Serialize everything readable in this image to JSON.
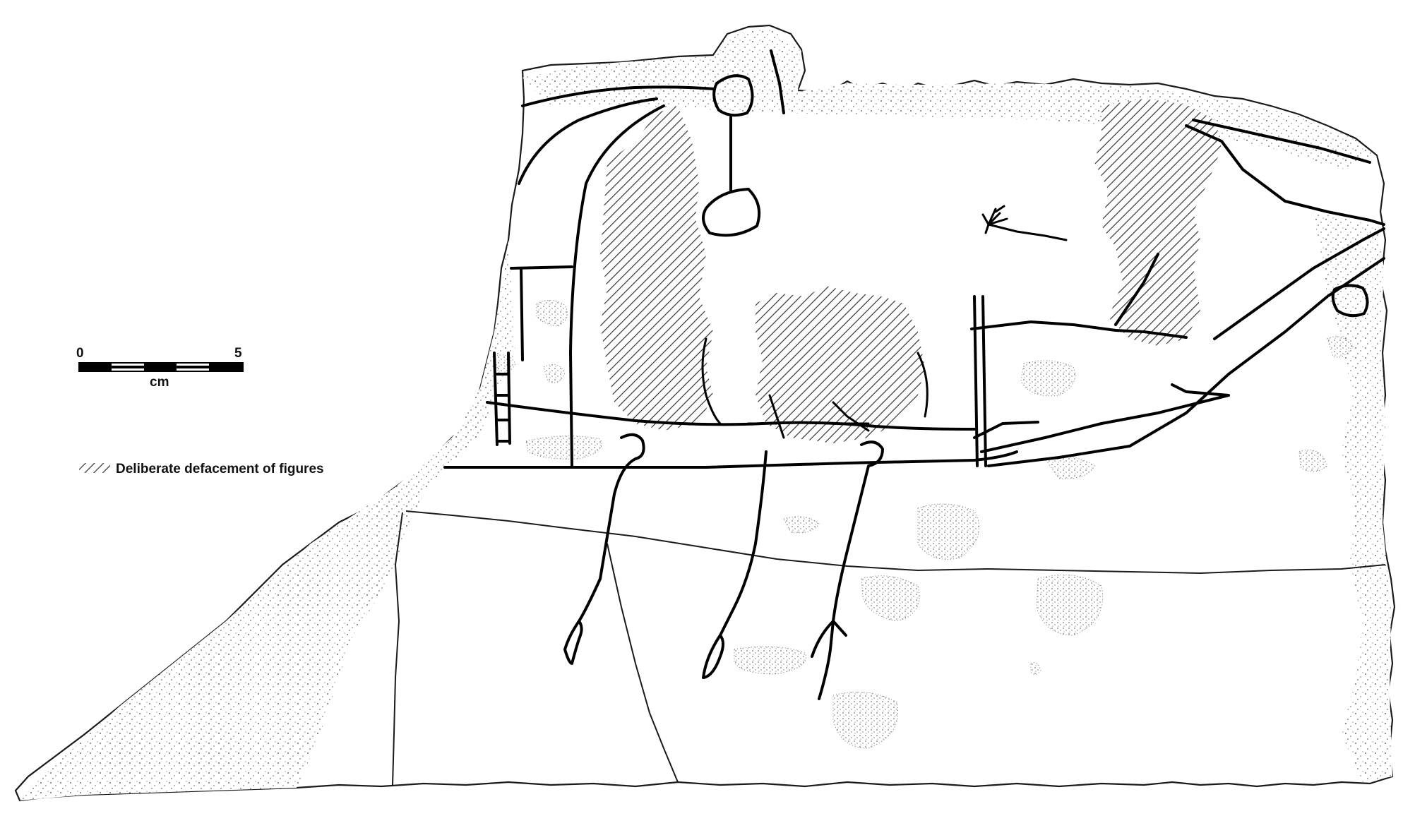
{
  "scale_bar": {
    "start_label": "0",
    "end_label": "5",
    "unit_label": "cm"
  },
  "legend": {
    "label": "Deliberate defacement of figures",
    "swatch": "hatching"
  },
  "colors": {
    "ink": "#000000",
    "paper": "#ffffff"
  }
}
